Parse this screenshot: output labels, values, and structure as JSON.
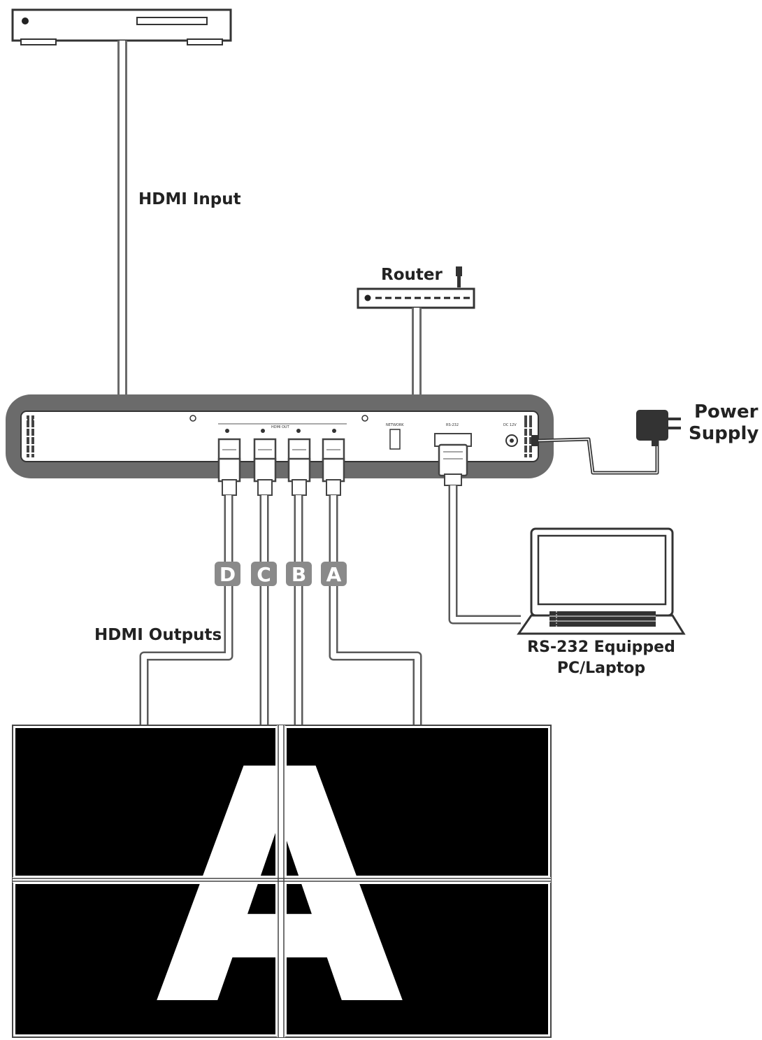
{
  "labels": {
    "hdmi_input": "HDMI Input",
    "router": "Router",
    "power_supply_line1": "Power",
    "power_supply_line2": "Supply",
    "hdmi_outputs": "HDMI Outputs",
    "pc_line1": "RS-232 Equipped",
    "pc_line2": "PC/Laptop"
  },
  "output_badges": [
    "D",
    "C",
    "B",
    "A"
  ],
  "panel_text": {
    "hdmi_out": "HDMI OUT",
    "network": "NETWORK",
    "rs232": "RS-232",
    "dc": "DC 12V"
  },
  "video_wall": {
    "letter": "A"
  },
  "colors": {
    "device_body": "#6b6b6b",
    "badge": "#8a8a8a",
    "screen": "#000000"
  }
}
